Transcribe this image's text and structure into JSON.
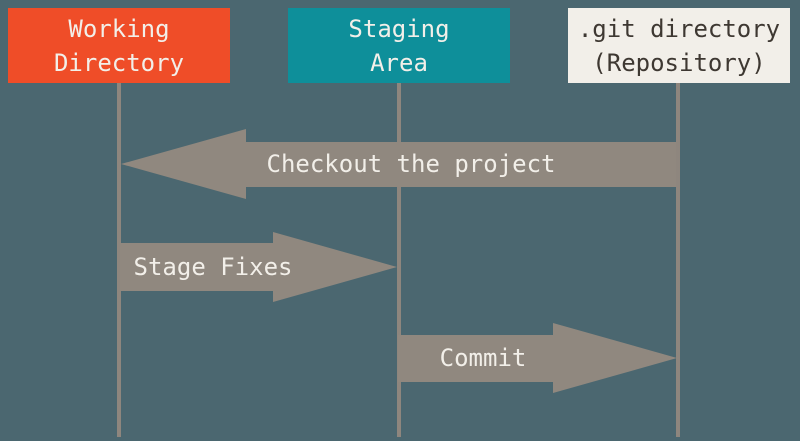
{
  "diagram": {
    "type": "git-areas-sequence-diagram",
    "colors": {
      "background": "#4b6770",
      "working_directory_box": "#ef4d28",
      "staging_area_box": "#0e8f9a",
      "git_directory_box": "#f2efe9",
      "arrow": "#90887f",
      "lifeline": "#8e867e",
      "light_text": "#f2efe9",
      "dark_text": "#3e3832"
    },
    "columns": [
      {
        "id": "working-directory",
        "label_line1": "Working",
        "label_line2": "Directory"
      },
      {
        "id": "staging-area",
        "label_line1": "Staging",
        "label_line2": "Area"
      },
      {
        "id": "git-directory",
        "label_line1": ".git directory",
        "label_line2": "(Repository)"
      }
    ],
    "arrows": [
      {
        "id": "checkout",
        "label": "Checkout the project",
        "direction": "left",
        "from": "git-directory",
        "to": "working-directory"
      },
      {
        "id": "stage",
        "label": "Stage Fixes",
        "direction": "right",
        "from": "working-directory",
        "to": "staging-area"
      },
      {
        "id": "commit",
        "label": "Commit",
        "direction": "right",
        "from": "staging-area",
        "to": "git-directory"
      }
    ]
  }
}
